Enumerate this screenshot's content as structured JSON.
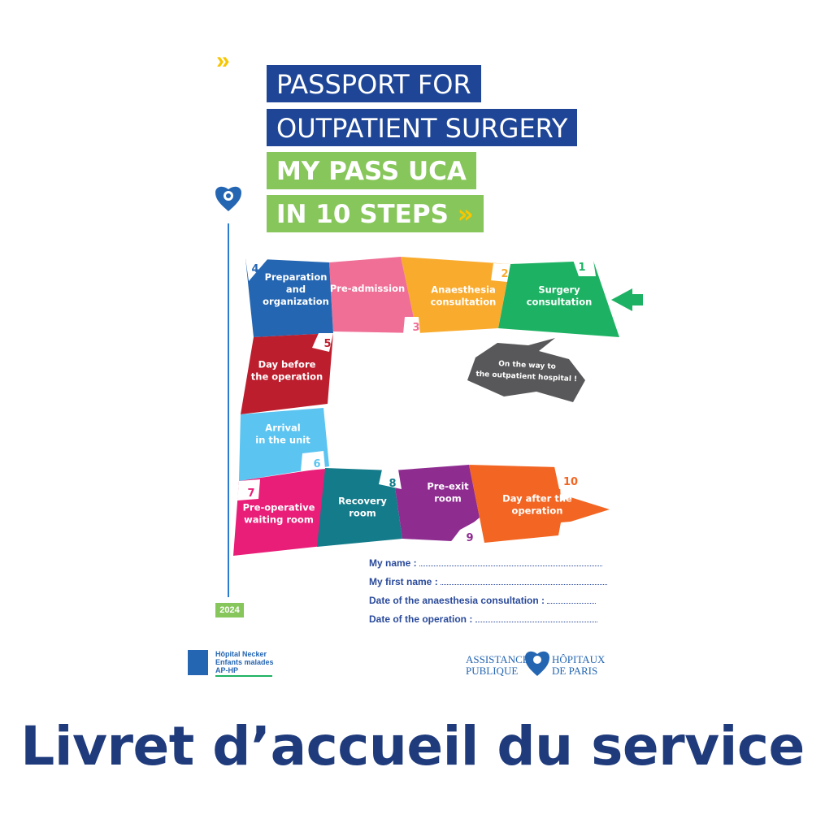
{
  "cover": {
    "title_line1": "PASSPORT FOR",
    "title_line2": "OUTPATIENT SURGERY",
    "subtitle_line1": "MY PASS UCA",
    "subtitle_line2": "IN 10 STEPS",
    "chevron": "»",
    "year": "2024",
    "colors": {
      "navy": "#1e4596",
      "green": "#86c65a",
      "yellow": "#f7c600"
    }
  },
  "steps": [
    {
      "num": "1",
      "label": [
        "Surgery",
        "consultation"
      ],
      "color": "#1db263"
    },
    {
      "num": "2",
      "label": [
        "Anaesthesia",
        "consultation"
      ],
      "color": "#f9ab2e"
    },
    {
      "num": "3",
      "label": [
        "Pre-admission"
      ],
      "color": "#ef6f97"
    },
    {
      "num": "4",
      "label": [
        "Preparation",
        "and",
        "organization"
      ],
      "color": "#2566b2"
    },
    {
      "num": "5",
      "label": [
        "Day before",
        "the operation"
      ],
      "color": "#bd1e2d"
    },
    {
      "num": "6",
      "label": [
        "Arrival",
        "in the unit"
      ],
      "color": "#5bc4f1"
    },
    {
      "num": "7",
      "label": [
        "Pre-operative",
        "waiting room"
      ],
      "color": "#e91e78"
    },
    {
      "num": "8",
      "label": [
        "Recovery",
        "room"
      ],
      "color": "#137b8a"
    },
    {
      "num": "9",
      "label": [
        "Pre-exit",
        "room"
      ],
      "color": "#8e2c90"
    },
    {
      "num": "10",
      "label": [
        "Day after the",
        "operation"
      ],
      "color": "#f26522"
    }
  ],
  "speech_bubble": [
    "On the way to",
    "the outpatient hospital !"
  ],
  "form": {
    "name": "My name :",
    "first_name": "My first name :",
    "anaesthesia_date": "Date of the anaesthesia consultation :",
    "operation_date": "Date of the operation :"
  },
  "logos": {
    "necker": [
      "Hôpital Necker",
      "Enfants malades",
      "AP-HP"
    ],
    "aphp": [
      "ASSISTANCE",
      "PUBLIQUE",
      "HÔPITAUX",
      "DE PARIS"
    ]
  },
  "footer_title": "Livret d’accueil du service"
}
